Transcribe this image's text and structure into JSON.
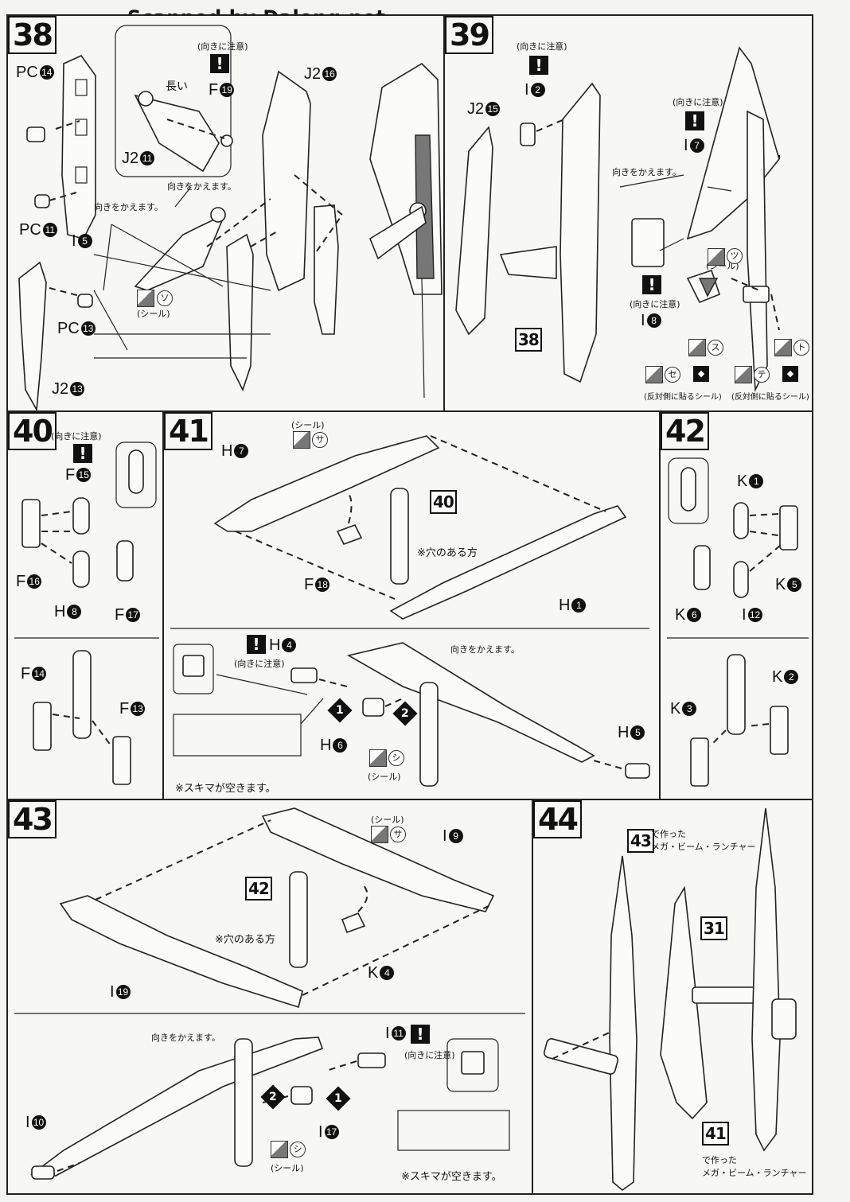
{
  "watermark": "Scanned by Dalong.net",
  "steps": {
    "s38": {
      "number": "38",
      "labels": {
        "pc14": "PC",
        "pc14n": "14",
        "pc11": "PC",
        "pc11n": "11",
        "i5": "I",
        "i5n": "5",
        "pc13": "PC",
        "pc13n": "13",
        "j2_13": "J2",
        "j2_13n": "13",
        "j2_11": "J2",
        "j2_11n": "11",
        "f19": "F",
        "f19n": "19",
        "j2_16": "J2",
        "j2_16n": "16"
      },
      "notes": {
        "caution": "(向きに注意)",
        "long": "長い",
        "turn1": "向きをかえます。",
        "turn2": "向きをかえます。",
        "sticker_kana": "ソ",
        "sticker": "(シール)"
      }
    },
    "s39": {
      "number": "39",
      "labels": {
        "i2": "I",
        "i2n": "2",
        "j2_15": "J2",
        "j2_15n": "15",
        "i7": "I",
        "i7n": "7",
        "i8": "I",
        "i8n": "8"
      },
      "ref": "38",
      "notes": {
        "caution1": "(向きに注意)",
        "caution2": "(向きに注意)",
        "caution3": "(向きに注意)",
        "turn": "向きをかえます。",
        "sticker": "(シール)",
        "k_tsu": "ツ",
        "k_su": "ス",
        "k_to": "ト",
        "k_se": "セ",
        "k_te": "テ",
        "opp1": "(反対側に貼るシール)",
        "opp2": "(反対側に貼るシール)"
      }
    },
    "s40": {
      "number": "40",
      "labels": {
        "f15": "F",
        "f15n": "15",
        "f16": "F",
        "f16n": "16",
        "h8": "H",
        "h8n": "8",
        "f17": "F",
        "f17n": "17",
        "f14": "F",
        "f14n": "14",
        "f13": "F",
        "f13n": "13"
      },
      "notes": {
        "caution": "(向きに注意)"
      }
    },
    "s41": {
      "number": "41",
      "labels": {
        "h7": "H",
        "h7n": "7",
        "f18": "F",
        "f18n": "18",
        "h1": "H",
        "h1n": "1",
        "h4": "H",
        "h4n": "4",
        "h6": "H",
        "h6n": "6",
        "h5": "H",
        "h5n": "5"
      },
      "ref": "40",
      "notes": {
        "sticker_top": "(シール)",
        "k_sa": "サ",
        "hole": "※穴のある方",
        "caution": "(向きに注意)",
        "turn": "向きをかえます。",
        "k_shi": "シ",
        "sticker": "(シール)",
        "gap": "※スキマが空きます。",
        "seq1": "1",
        "seq2": "2"
      }
    },
    "s42": {
      "number": "42",
      "labels": {
        "k1": "K",
        "k1n": "1",
        "k5": "K",
        "k5n": "5",
        "k6": "K",
        "k6n": "6",
        "i12": "I",
        "i12n": "12",
        "k2": "K",
        "k2n": "2",
        "k3": "K",
        "k3n": "3"
      }
    },
    "s43": {
      "number": "43",
      "labels": {
        "i9": "I",
        "i9n": "9",
        "i19": "I",
        "i19n": "19",
        "k4": "K",
        "k4n": "4",
        "i11": "I",
        "i11n": "11",
        "i10": "I",
        "i10n": "10",
        "i17": "I",
        "i17n": "17"
      },
      "ref": "42",
      "notes": {
        "sticker_top": "(シール)",
        "k_sa": "サ",
        "hole": "※穴のある方",
        "turn": "向きをかえます。",
        "caution": "(向きに注意)",
        "k_shi": "シ",
        "sticker": "(シール)",
        "gap": "※スキマが空きます。",
        "seq1": "1",
        "seq2": "2"
      }
    },
    "s44": {
      "number": "44",
      "ref43": "43",
      "ref31": "31",
      "ref41": "41",
      "made43": "で作った",
      "launcher43": "メガ・ビーム・ランチャー",
      "made41": "で作った",
      "launcher41": "メガ・ビーム・ランチャー"
    }
  },
  "icons": {
    "warning": "!",
    "flip": "◆"
  }
}
